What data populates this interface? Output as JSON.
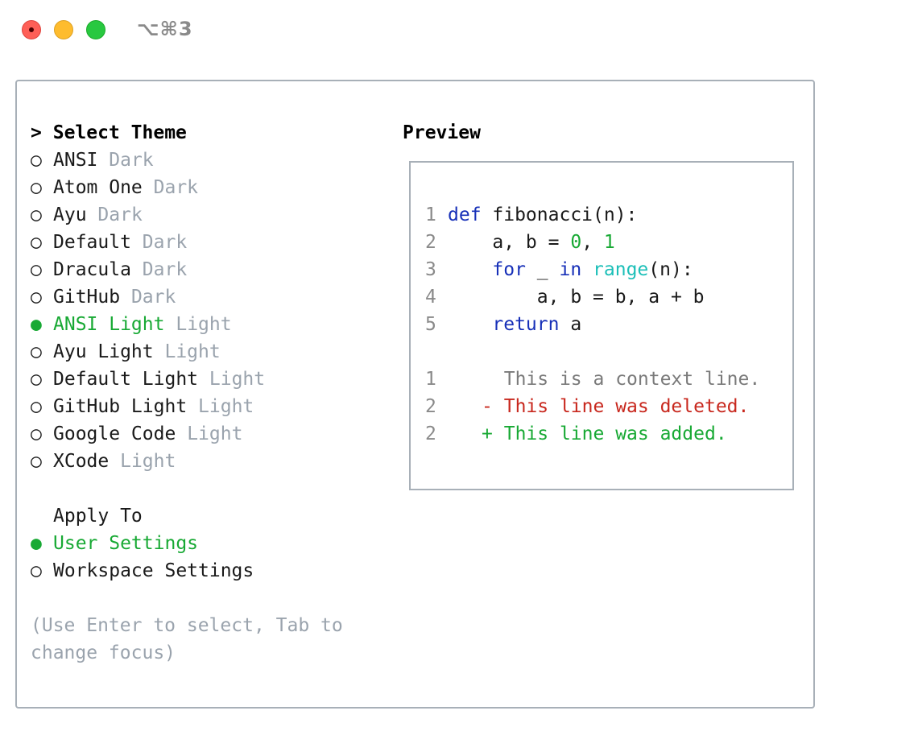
{
  "window": {
    "shortcut": "⌥⌘3"
  },
  "theme_selector": {
    "title_prefix": ">",
    "title": "Select Theme",
    "items": [
      {
        "marker": "○",
        "name": "ANSI",
        "variant": "Dark",
        "selected": false
      },
      {
        "marker": "○",
        "name": "Atom One",
        "variant": "Dark",
        "selected": false
      },
      {
        "marker": "○",
        "name": "Ayu",
        "variant": "Dark",
        "selected": false
      },
      {
        "marker": "○",
        "name": "Default",
        "variant": "Dark",
        "selected": false
      },
      {
        "marker": "○",
        "name": "Dracula",
        "variant": "Dark",
        "selected": false
      },
      {
        "marker": "○",
        "name": "GitHub",
        "variant": "Dark",
        "selected": false
      },
      {
        "marker": "●",
        "name": "ANSI Light",
        "variant": "Light",
        "selected": true
      },
      {
        "marker": "○",
        "name": "Ayu Light",
        "variant": "Light",
        "selected": false
      },
      {
        "marker": "○",
        "name": "Default Light",
        "variant": "Light",
        "selected": false
      },
      {
        "marker": "○",
        "name": "GitHub Light",
        "variant": "Light",
        "selected": false
      },
      {
        "marker": "○",
        "name": "Google Code",
        "variant": "Light",
        "selected": false
      },
      {
        "marker": "○",
        "name": "XCode",
        "variant": "Light",
        "selected": false
      }
    ]
  },
  "apply_to": {
    "title": "Apply To",
    "items": [
      {
        "marker": "●",
        "label": "User Settings",
        "selected": true
      },
      {
        "marker": "○",
        "label": "Workspace Settings",
        "selected": false
      }
    ]
  },
  "help": {
    "line1": "(Use Enter to select, Tab to",
    "line2": "change focus)"
  },
  "preview": {
    "title": "Preview",
    "code": [
      {
        "num": "1",
        "tokens": [
          {
            "t": "def",
            "c": "blue"
          },
          {
            "t": " fibonacci(n):",
            "c": "plain"
          }
        ]
      },
      {
        "num": "2",
        "tokens": [
          {
            "t": "    a, b = ",
            "c": "plain"
          },
          {
            "t": "0",
            "c": "green"
          },
          {
            "t": ", ",
            "c": "plain"
          },
          {
            "t": "1",
            "c": "green"
          }
        ]
      },
      {
        "num": "3",
        "tokens": [
          {
            "t": "    ",
            "c": "plain"
          },
          {
            "t": "for",
            "c": "blue"
          },
          {
            "t": " _ ",
            "c": "plain"
          },
          {
            "t": "in",
            "c": "blue"
          },
          {
            "t": " ",
            "c": "plain"
          },
          {
            "t": "range",
            "c": "cyan"
          },
          {
            "t": "(n):",
            "c": "plain"
          }
        ]
      },
      {
        "num": "4",
        "tokens": [
          {
            "t": "        a, b = b, a + b",
            "c": "plain"
          }
        ]
      },
      {
        "num": "5",
        "tokens": [
          {
            "t": "    ",
            "c": "plain"
          },
          {
            "t": "return",
            "c": "blue"
          },
          {
            "t": " a",
            "c": "plain"
          }
        ]
      }
    ],
    "diff": [
      {
        "num": "1",
        "prefix": " ",
        "text": "This is a context line.",
        "kind": "context"
      },
      {
        "num": "2",
        "prefix": "-",
        "text": "This line was deleted.",
        "kind": "deleted"
      },
      {
        "num": "2",
        "prefix": "+",
        "text": "This line was added.",
        "kind": "added"
      }
    ]
  },
  "colors": {
    "accent_green": "#18a934",
    "deleted_red": "#c8281e",
    "keyword_blue": "#1730b8",
    "builtin_cyan": "#1cbfb8",
    "muted": "#9aa3ad",
    "border": "#a8b0b8"
  }
}
